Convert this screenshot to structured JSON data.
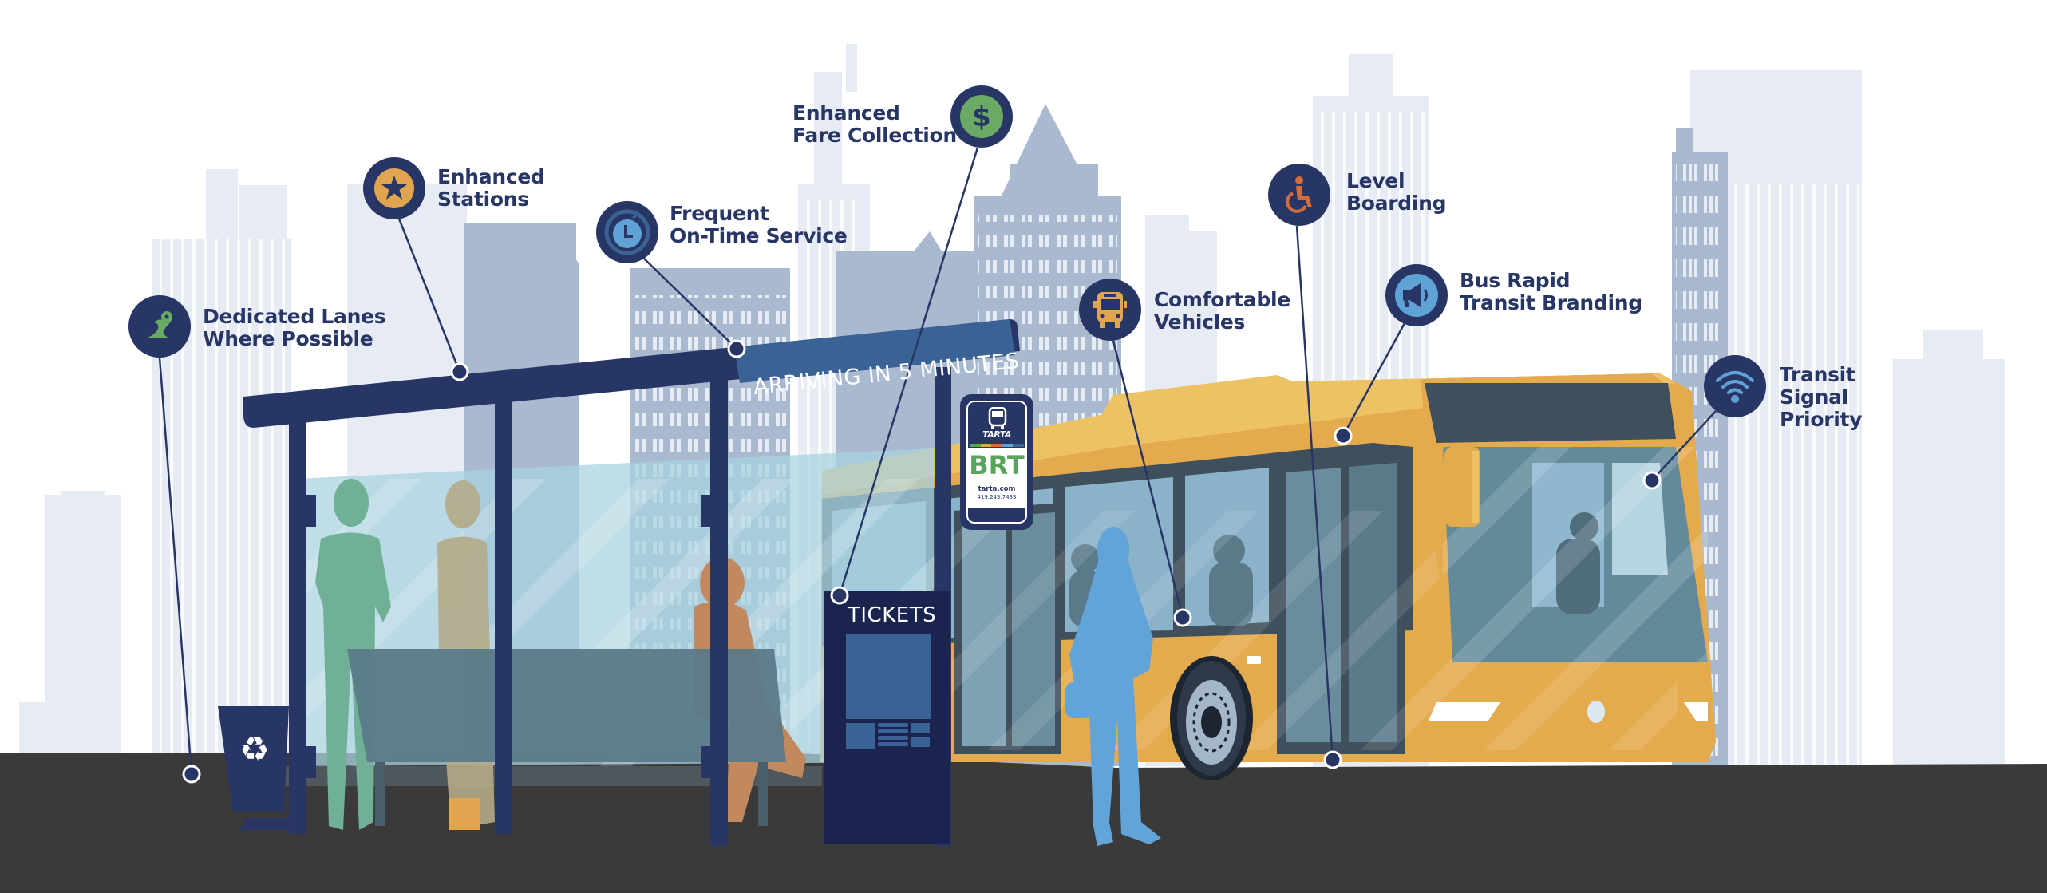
{
  "scene": {
    "title": "Bus Rapid Transit features illustration",
    "colors": {
      "navy": "#283665",
      "ground": "#3a3a3a",
      "bus_yellow": "#e4ab4e",
      "bus_light": "#ecc264",
      "building_light": "#e7ecf4",
      "building_mid": "#a8b9d0",
      "glass": "#a9d3e0",
      "accent_green": "#6aaa64",
      "accent_orange": "#e2a54f",
      "accent_blue": "#5fa2d6"
    }
  },
  "features": [
    {
      "id": "dedicated-lanes",
      "line1": "Dedicated Lanes",
      "line2": "Where Possible",
      "icon": "map-route-pin-icon",
      "icon_color": "#6aaa64"
    },
    {
      "id": "enhanced-stations",
      "line1": "Enhanced",
      "line2": "Stations",
      "icon": "star-badge-icon",
      "icon_color": "#e2a54f"
    },
    {
      "id": "frequent-service",
      "line1": "Frequent",
      "line2": "On-Time Service",
      "icon": "clock-refresh-icon",
      "icon_color": "#5fa2d6"
    },
    {
      "id": "fare-collection",
      "line1": "Enhanced",
      "line2": "Fare Collection",
      "icon": "dollar-coin-icon",
      "icon_color": "#6aaa64"
    },
    {
      "id": "comfortable-vehicles",
      "line1": "Comfortable",
      "line2": "Vehicles",
      "icon": "bus-front-icon",
      "icon_color": "#e2a54f"
    },
    {
      "id": "level-boarding",
      "line1": "Level",
      "line2": "Boarding",
      "icon": "wheelchair-icon",
      "icon_color": "#d46b3a"
    },
    {
      "id": "brt-branding",
      "line1": "Bus Rapid",
      "line2": "Transit Branding",
      "icon": "megaphone-icon",
      "icon_color": "#5fa2d6"
    },
    {
      "id": "signal-priority",
      "line1": "Transit",
      "line2": "Signal",
      "line3": "Priority",
      "icon": "wifi-signal-icon",
      "icon_color": "#5fa2d6"
    }
  ],
  "shelter": {
    "arrival_sign": "ARRIVING IN 5 MINUTES"
  },
  "kiosk": {
    "label": "TICKETS"
  },
  "bus_stop_sign": {
    "logo": "TARTA",
    "route": "BRT",
    "website": "tarta.com",
    "phone": "419.243.7433",
    "stripe_colors": [
      "#5aa35d",
      "#e2a54f",
      "#d46b3a",
      "#5fa2d6",
      "#283665"
    ]
  },
  "recycle_bin": {
    "icon": "recycle-icon"
  }
}
